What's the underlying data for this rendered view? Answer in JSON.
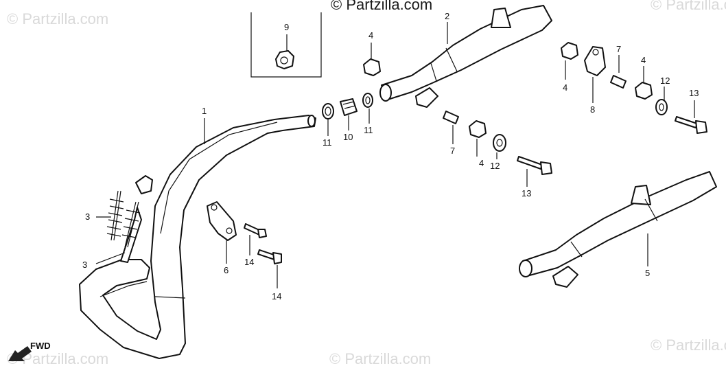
{
  "diagram": {
    "watermarks": [
      "© Partzilla.com",
      "© Partzilla.com",
      "© Partzilla.com",
      "© Partzilla.com",
      "© Partzilla.com",
      "© Partzilla.com"
    ],
    "fwd_label": "FWD",
    "callouts": {
      "c1": "1",
      "c2": "2",
      "c3a": "3",
      "c3b": "3",
      "c4a": "4",
      "c4b": "4",
      "c4c": "4",
      "c4d": "4",
      "c5": "5",
      "c6": "6",
      "c7a": "7",
      "c7b": "7",
      "c8": "8",
      "c9": "9",
      "c10": "10",
      "c11a": "11",
      "c11b": "11",
      "c12a": "12",
      "c12b": "12",
      "c13a": "13",
      "c13b": "13",
      "c14a": "14",
      "c14b": "14"
    }
  }
}
